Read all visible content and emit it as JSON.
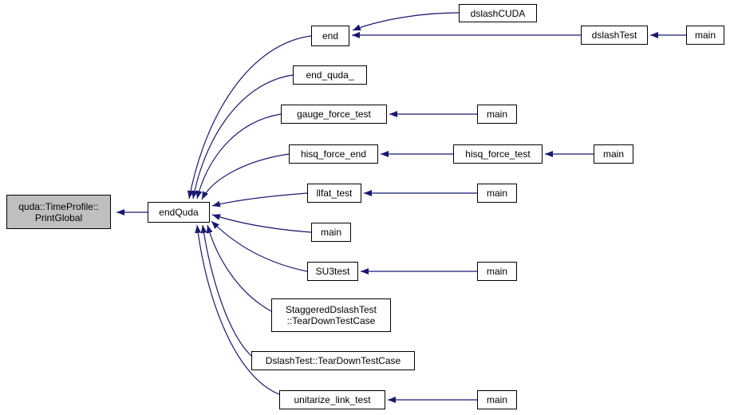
{
  "diagram": {
    "type": "call-graph",
    "colors": {
      "edge": "#191970",
      "node_border": "#000000",
      "node_fill": "#ffffff",
      "selected_node_fill": "#bfbfbf"
    },
    "nodes": {
      "print_global": {
        "line1": "quda::TimeProfile::",
        "line2": "PrintGlobal"
      },
      "end_quda": {
        "label": "endQuda"
      },
      "end": {
        "label": "end"
      },
      "dslash_cuda": {
        "label": "dslashCUDA"
      },
      "dslash_test": {
        "label": "dslashTest"
      },
      "main_dslash": {
        "label": "main"
      },
      "end_quda_fn": {
        "label": "end_quda_"
      },
      "gauge_force_test": {
        "label": "gauge_force_test"
      },
      "main_gauge": {
        "label": "main"
      },
      "hisq_force_end": {
        "label": "hisq_force_end"
      },
      "hisq_force_test": {
        "label": "hisq_force_test"
      },
      "main_hisq": {
        "label": "main"
      },
      "llfat_test": {
        "label": "llfat_test"
      },
      "main_llfat": {
        "label": "main"
      },
      "main_direct": {
        "label": "main"
      },
      "su3test": {
        "label": "SU3test"
      },
      "main_su3": {
        "label": "main"
      },
      "staggered_teardown": {
        "line1": "StaggeredDslashTest",
        "line2": "::TearDownTestCase"
      },
      "dslash_teardown": {
        "label": "DslashTest::TearDownTestCase"
      },
      "unitarize_link_test": {
        "label": "unitarize_link_test"
      },
      "main_unitarize": {
        "label": "main"
      }
    },
    "edges": [
      {
        "from": "endQuda",
        "to": "quda::TimeProfile::PrintGlobal"
      },
      {
        "from": "end",
        "to": "endQuda"
      },
      {
        "from": "end_quda_",
        "to": "endQuda"
      },
      {
        "from": "gauge_force_test",
        "to": "endQuda"
      },
      {
        "from": "hisq_force_end",
        "to": "endQuda"
      },
      {
        "from": "llfat_test",
        "to": "endQuda"
      },
      {
        "from": "main",
        "to": "endQuda"
      },
      {
        "from": "SU3test",
        "to": "endQuda"
      },
      {
        "from": "StaggeredDslashTest::TearDownTestCase",
        "to": "endQuda"
      },
      {
        "from": "DslashTest::TearDownTestCase",
        "to": "endQuda"
      },
      {
        "from": "unitarize_link_test",
        "to": "endQuda"
      },
      {
        "from": "dslashCUDA",
        "to": "end"
      },
      {
        "from": "dslashTest",
        "to": "end"
      },
      {
        "from": "main",
        "to": "dslashTest"
      },
      {
        "from": "main",
        "to": "gauge_force_test"
      },
      {
        "from": "hisq_force_test",
        "to": "hisq_force_end"
      },
      {
        "from": "main",
        "to": "hisq_force_test"
      },
      {
        "from": "main",
        "to": "llfat_test"
      },
      {
        "from": "main",
        "to": "SU3test"
      },
      {
        "from": "main",
        "to": "unitarize_link_test"
      }
    ]
  }
}
